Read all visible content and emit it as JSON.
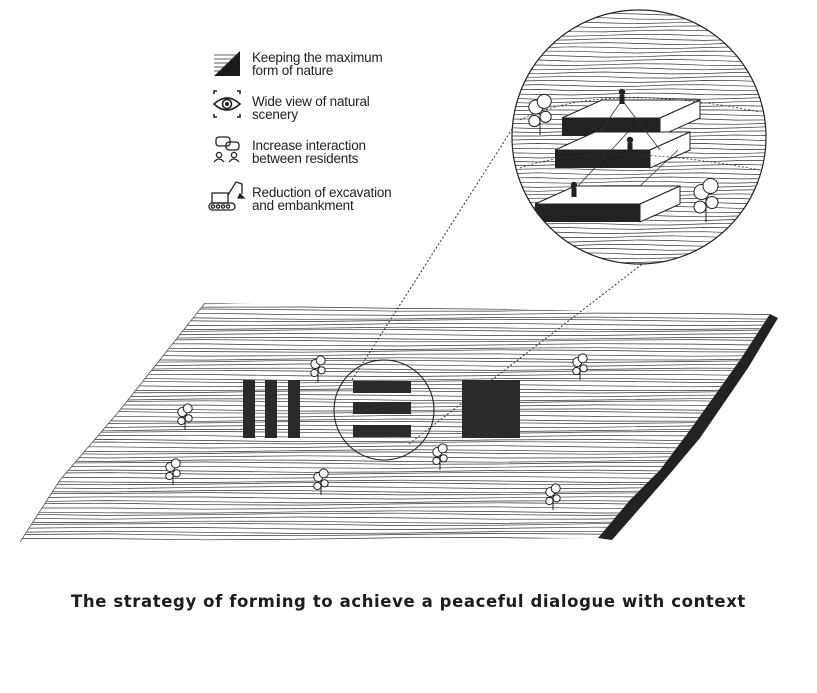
{
  "legend": [
    {
      "icon": "gradient-triangle-icon",
      "line1": "Keeping the maximum",
      "line2": "form of nature"
    },
    {
      "icon": "eye-expand-icon",
      "line1": "Wide view of natural",
      "line2": "scenery"
    },
    {
      "icon": "people-chat-icon",
      "line1": "Increase interaction",
      "line2": "between residents"
    },
    {
      "icon": "excavator-icon",
      "line1": "Reduction of excavation",
      "line2": "and embankment"
    }
  ],
  "caption": "The strategy of forming to achieve a peaceful dialogue with context",
  "colors": {
    "ink": "#1a1a1a",
    "mass": "#2a2a2a",
    "background": "#ffffff"
  }
}
